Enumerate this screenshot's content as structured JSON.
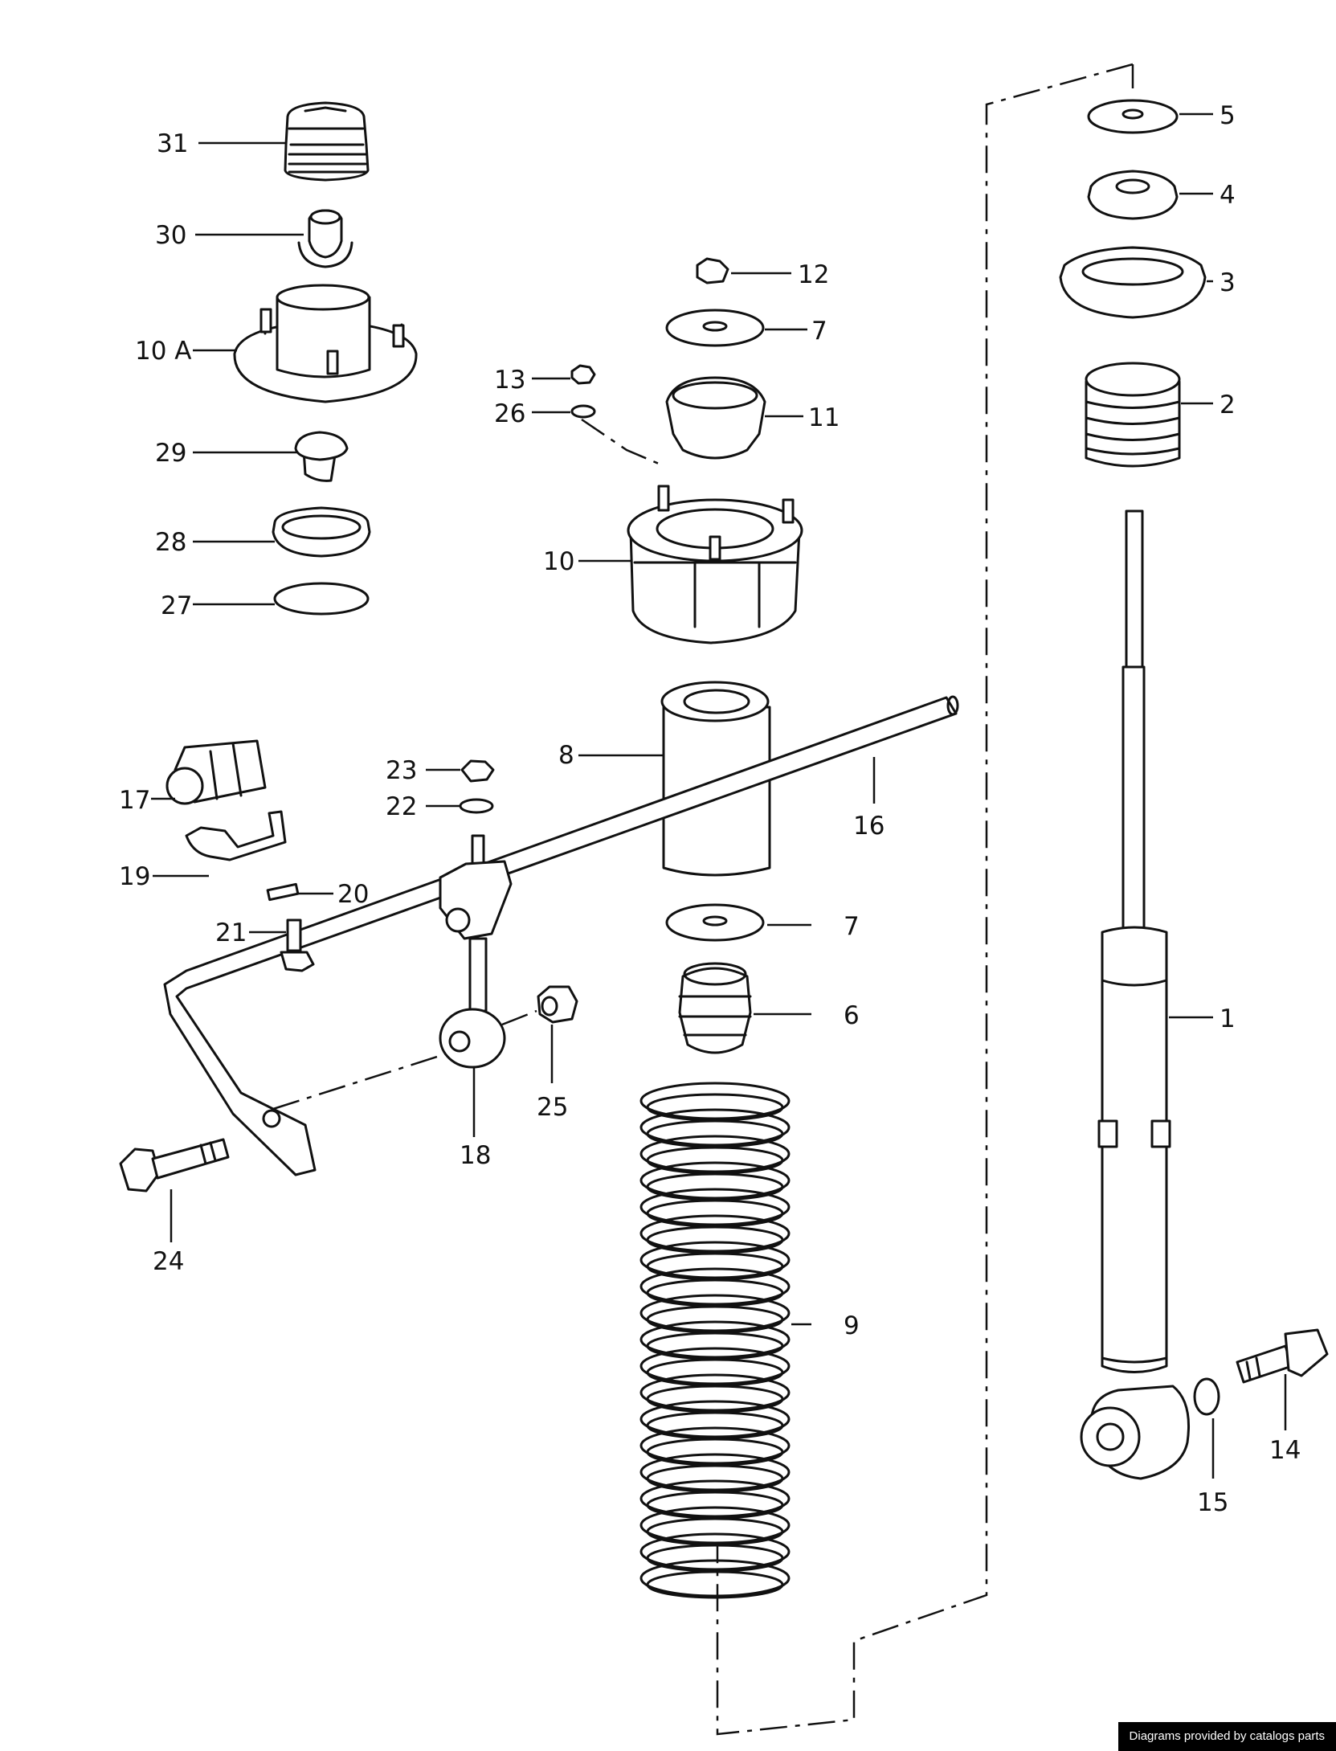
{
  "parts": [
    {
      "id": "p1",
      "label": "1"
    },
    {
      "id": "p2",
      "label": "2"
    },
    {
      "id": "p3",
      "label": "3"
    },
    {
      "id": "p4",
      "label": "4"
    },
    {
      "id": "p5",
      "label": "5"
    },
    {
      "id": "p6",
      "label": "6"
    },
    {
      "id": "p7a",
      "label": "7"
    },
    {
      "id": "p7b",
      "label": "7"
    },
    {
      "id": "p8",
      "label": "8"
    },
    {
      "id": "p9",
      "label": "9"
    },
    {
      "id": "p10",
      "label": "10"
    },
    {
      "id": "p10a",
      "label": "10 A"
    },
    {
      "id": "p11",
      "label": "11"
    },
    {
      "id": "p12",
      "label": "12"
    },
    {
      "id": "p13",
      "label": "13"
    },
    {
      "id": "p14",
      "label": "14"
    },
    {
      "id": "p15",
      "label": "15"
    },
    {
      "id": "p16",
      "label": "16"
    },
    {
      "id": "p17",
      "label": "17"
    },
    {
      "id": "p18",
      "label": "18"
    },
    {
      "id": "p19",
      "label": "19"
    },
    {
      "id": "p20",
      "label": "20"
    },
    {
      "id": "p21",
      "label": "21"
    },
    {
      "id": "p22",
      "label": "22"
    },
    {
      "id": "p23",
      "label": "23"
    },
    {
      "id": "p24",
      "label": "24"
    },
    {
      "id": "p25",
      "label": "25"
    },
    {
      "id": "p26",
      "label": "26"
    },
    {
      "id": "p27",
      "label": "27"
    },
    {
      "id": "p28",
      "label": "28"
    },
    {
      "id": "p29",
      "label": "29"
    },
    {
      "id": "p30",
      "label": "30"
    },
    {
      "id": "p31",
      "label": "31"
    }
  ],
  "footer": {
    "credit": "Diagrams provided by catalogs parts"
  }
}
